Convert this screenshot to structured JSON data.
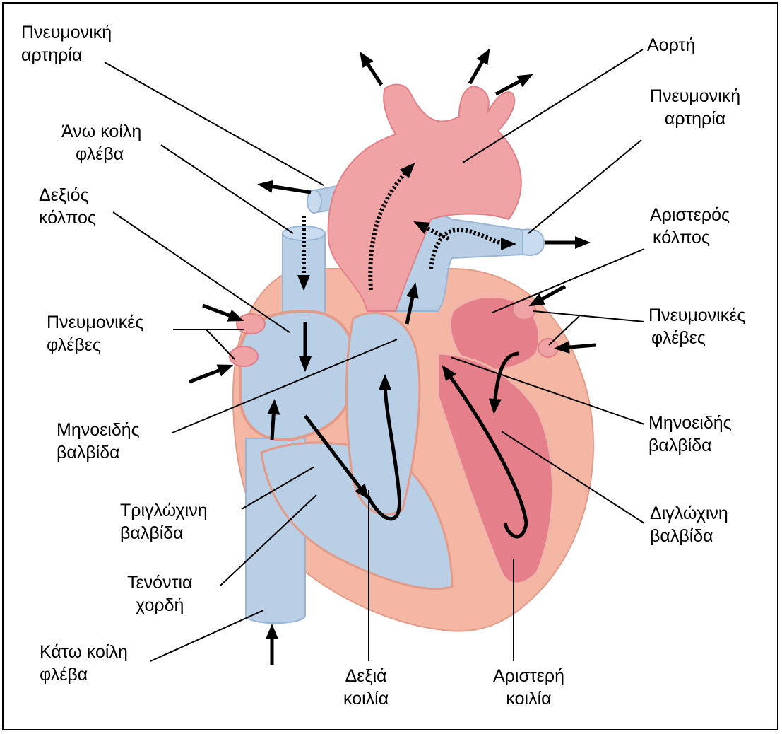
{
  "labels": {
    "pulm_artery_left": [
      "Πνευμονική",
      "αρτηρία"
    ],
    "aorta": [
      "Αορτή"
    ],
    "pulm_artery_right": [
      "Πνευμονική",
      "αρτηρία"
    ],
    "superior_vena_cava": [
      "Άνω κοίλη",
      "φλέβα"
    ],
    "right_atrium": [
      "Δεξιός",
      "κόλπος"
    ],
    "left_atrium": [
      "Αριστερός",
      "κόλπος"
    ],
    "pulm_veins_left": [
      "Πνευμονικές",
      "φλέβες"
    ],
    "pulm_veins_right": [
      "Πνευμονικές",
      "φλέβες"
    ],
    "semilunar_left": [
      "Μηνοειδής",
      "βαλβίδα"
    ],
    "semilunar_right": [
      "Μηνοειδής",
      "βαλβίδα"
    ],
    "tricuspid": [
      "Τριγλώχινη",
      "βαλβίδα"
    ],
    "bicuspid": [
      "Διγλώχινη",
      "βαλβίδα"
    ],
    "chordae": [
      "Τενόντια",
      "χορδή"
    ],
    "inferior_vena_cava": [
      "Κάτω κοίλη",
      "φλέβα"
    ],
    "right_ventricle": [
      "Δεξιά",
      "κοιλία"
    ],
    "left_ventricle": [
      "Αριστερή",
      "κοιλία"
    ]
  },
  "colors": {
    "deoxygenated": "#b9cfe6",
    "oxygenated": "#f0a3a5",
    "muscle": "#f3b7a4",
    "left_chamber": "#e5808a"
  }
}
